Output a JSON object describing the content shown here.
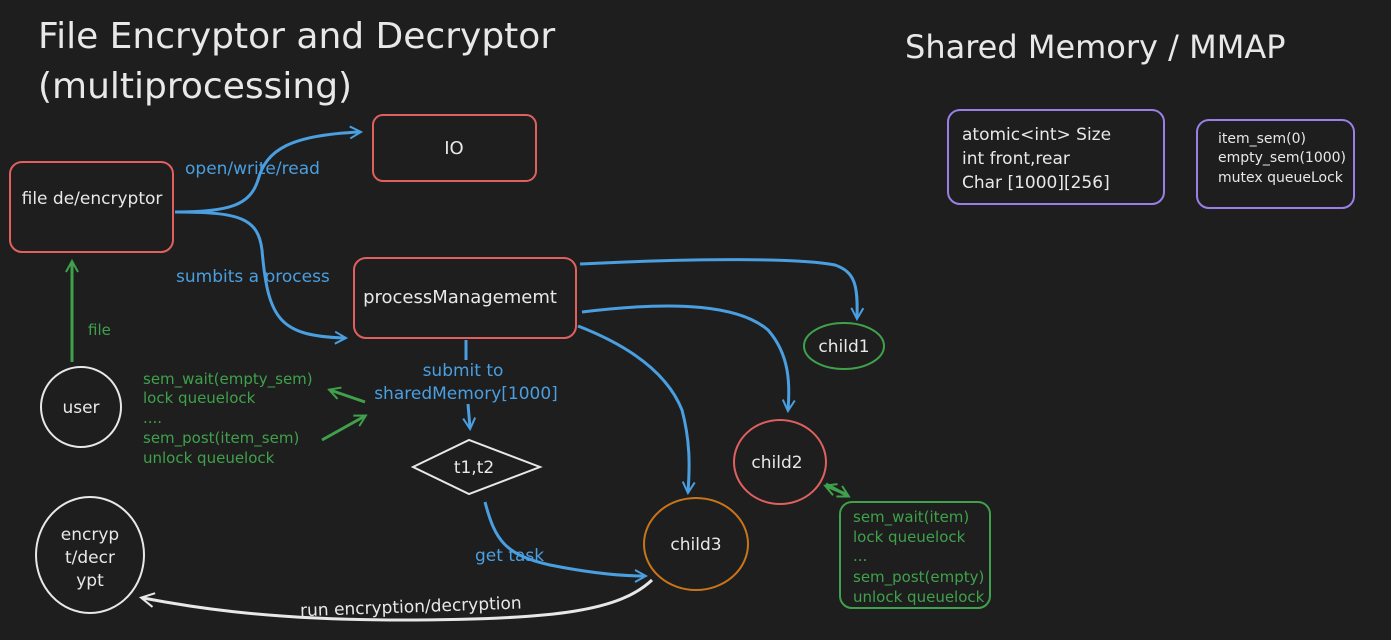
{
  "title": {
    "line1": "File Encryptor and Decryptor",
    "line2": "(multiprocessing)"
  },
  "shared_memory_title": "Shared Memory / MMAP",
  "nodes": {
    "io": "IO",
    "file_encryptor": "file de/encryptor",
    "process_management": "processManagememt",
    "user": "user",
    "encrypt": [
      "encryp",
      "t/decr",
      "ypt"
    ],
    "child1": "child1",
    "child2": "child2",
    "child3": "child3",
    "threads": "t1,t2"
  },
  "shared_memory_box": [
    "atomic<int> Size",
    "int front,rear",
    "Char [1000][256]"
  ],
  "semaphore_box": [
    "item_sem(0)",
    "empty_sem(1000)",
    "mutex queueLock"
  ],
  "edge_labels": {
    "open_write_read": "open/write/read",
    "submits_process": "sumbits a process",
    "file": "file",
    "submit_to": [
      "submit to",
      "sharedMemory[1000]"
    ],
    "get_task": "get task",
    "run_encryption": "run encryption/decryption"
  },
  "producer_notes": [
    "sem_wait(empty_sem)",
    "lock queuelock",
    "....",
    "sem_post(item_sem)",
    "unlock queuelock"
  ],
  "consumer_notes": [
    "sem_wait(item)",
    "lock queuelock",
    "...",
    "sem_post(empty)",
    "unlock queuelock"
  ],
  "colors": {
    "background": "#1e1e1e",
    "red": "#e06060",
    "green": "#3fa14b",
    "blue": "#4a9fe0",
    "orange": "#c8741a",
    "purple": "#9b7fe6",
    "white": "#e8e8e8"
  }
}
